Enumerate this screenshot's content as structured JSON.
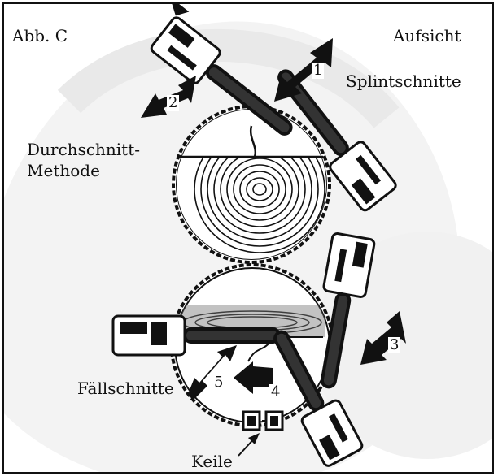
{
  "figure": {
    "label": "Abb. C",
    "view": "Aufsicht",
    "method": {
      "line1": "Durchschnitt-",
      "line2": "Methode"
    },
    "splint_cuts": "Splintschnitte",
    "felling_cuts": "Fällschnitte",
    "wedges": "Keile",
    "step_1": "1",
    "step_2": "2",
    "step_3": "3",
    "step_4": "4",
    "step_5": "5"
  },
  "colors": {
    "ink": "#111111",
    "watermark": "#efefef",
    "paper": "#ffffff"
  },
  "icons": [
    "chainsaw-icon",
    "log-cross-section-icon",
    "direction-arrow-icon",
    "wedge-icon"
  ]
}
